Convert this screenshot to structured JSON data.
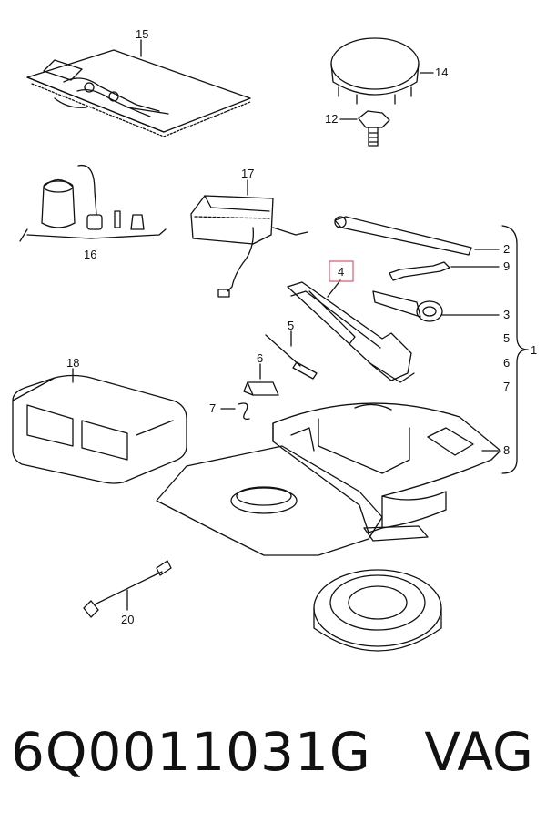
{
  "callouts": {
    "c15": "15",
    "c14": "14",
    "c12": "12",
    "c17": "17",
    "c16": "16",
    "c2": "2",
    "c9": "9",
    "c3": "3",
    "c5r": "5",
    "c6r": "6",
    "c7r": "7",
    "c8": "8",
    "c1": "1",
    "c4": "4",
    "c5": "5",
    "c6": "6",
    "c7": "7",
    "c18": "18",
    "c20": "20"
  },
  "highlight_color": "#e05a6a",
  "footer": {
    "part_number": "6Q0011031G",
    "brand": "VAG"
  }
}
